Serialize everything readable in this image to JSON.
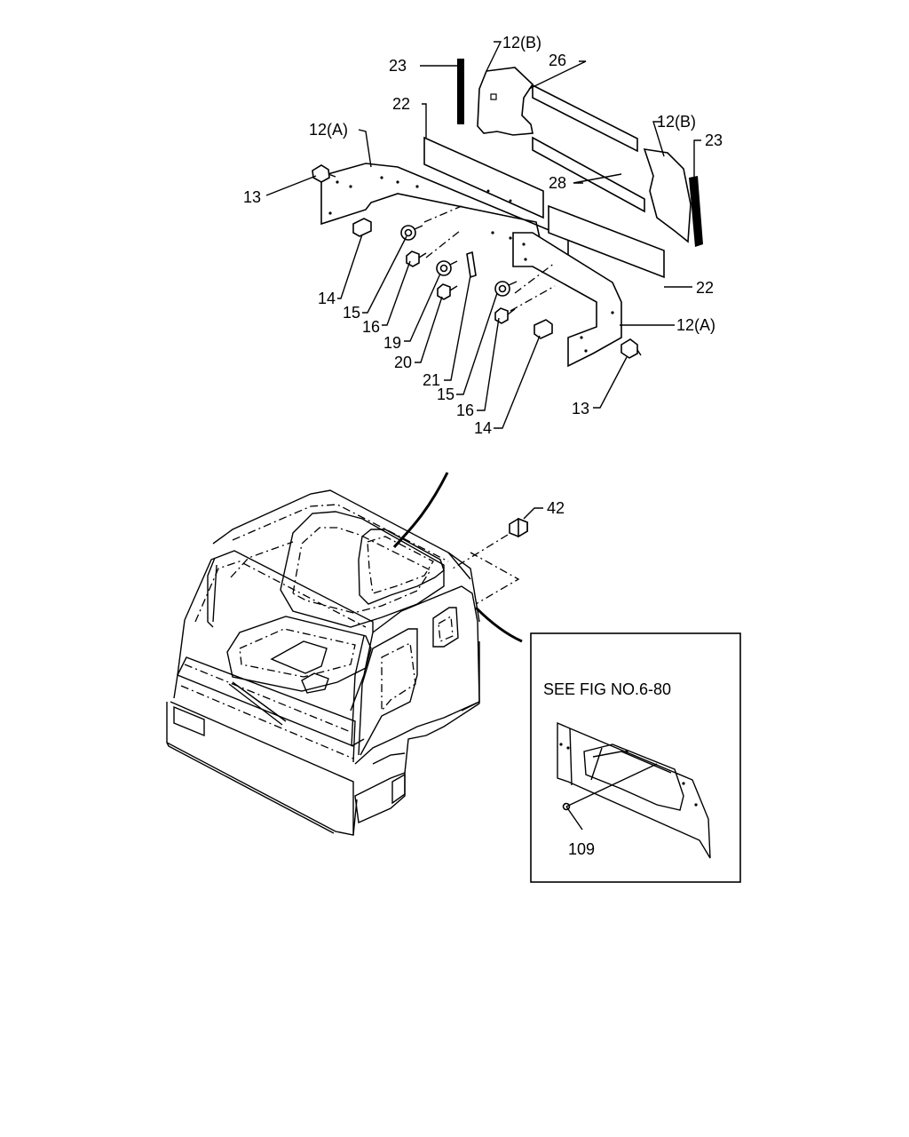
{
  "callouts": {
    "c12b_top": "12(B)",
    "c26": "26",
    "c23_left": "23",
    "c12b_right": "12(B)",
    "c23_right": "23",
    "c22_top": "22",
    "c12a_left": "12(A)",
    "c28": "28",
    "c13_left": "13",
    "c14_left": "14",
    "c15_left": "15",
    "c16_left": "16",
    "c19": "19",
    "c20": "20",
    "c21": "21",
    "c15_right": "15",
    "c16_right": "16",
    "c14_right": "14",
    "c22_right": "22",
    "c12a_right": "12(A)",
    "c13_right": "13",
    "c42": "42"
  },
  "inset": {
    "reference": "SEE FIG NO.6-80",
    "callout": "109"
  }
}
